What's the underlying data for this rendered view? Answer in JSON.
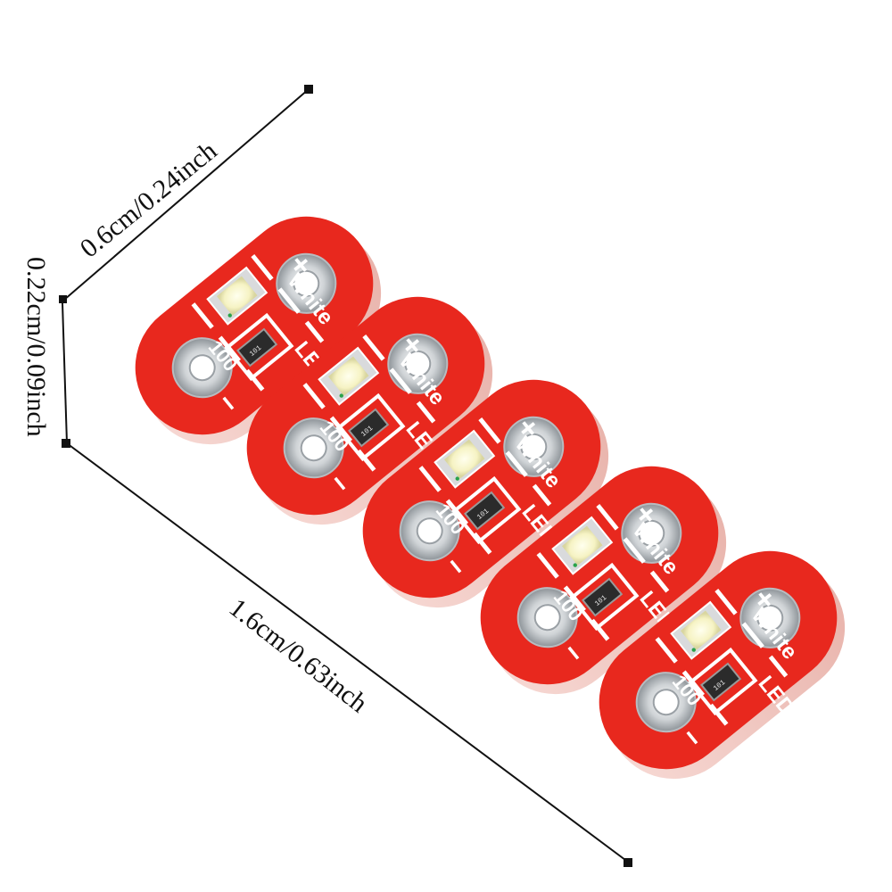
{
  "dimensions": {
    "width_label": "0.6cm/0.24inch",
    "thickness_label": "0.22cm/0.09inch",
    "length_label": "1.6cm/0.63inch"
  },
  "board": {
    "count": 5,
    "color": "#e8281e",
    "led_color": "White",
    "silkscreen": {
      "plus": "+",
      "minus": "−",
      "color_word": "White",
      "led": "LED",
      "resistor_value": "100",
      "chip_code": "101"
    }
  }
}
